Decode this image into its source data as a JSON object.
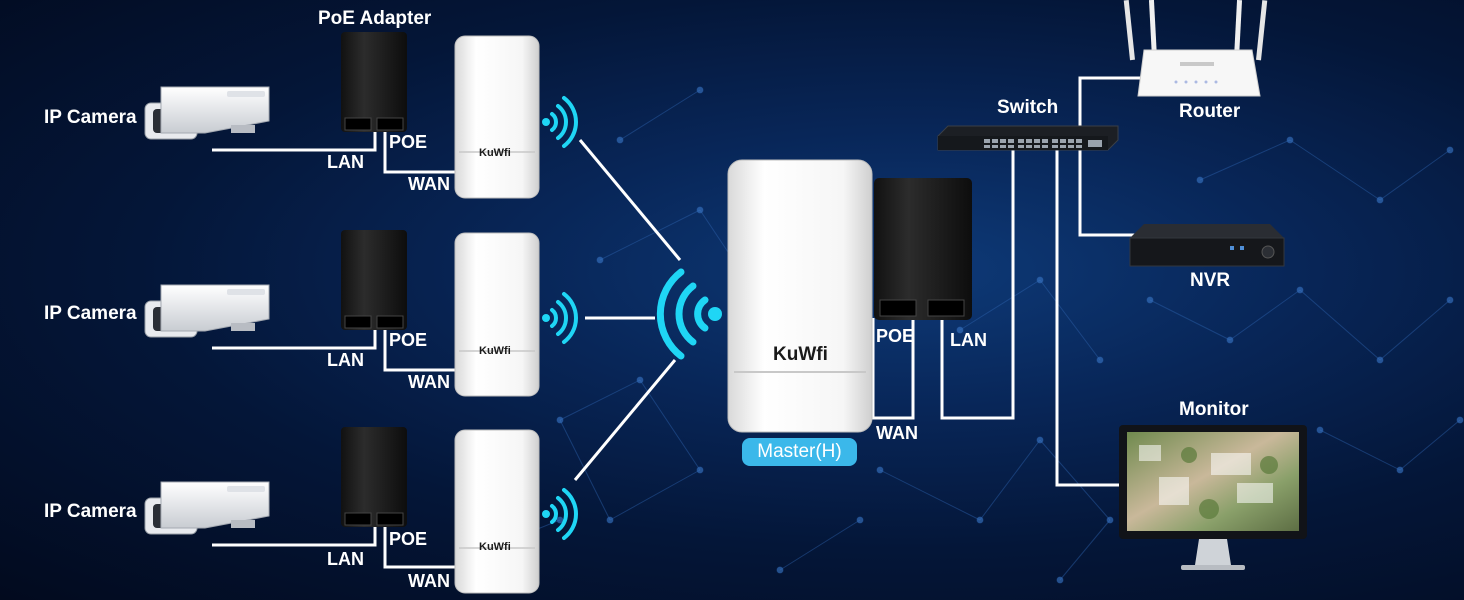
{
  "labels": {
    "poe_adapter": "PoE Adapter",
    "ip_camera": "IP Camera",
    "lan": "LAN",
    "poe": "POE",
    "wan": "WAN",
    "brand": "KuWfi",
    "master": "Master(H)",
    "switch": "Switch",
    "router": "Router",
    "nvr": "NVR",
    "monitor": "Monitor"
  },
  "colors": {
    "wifi_signal": "#1fd6f5",
    "master_badge": "#3bb8ea",
    "background": "#041638",
    "cable": "#ffffff"
  },
  "icons": [
    "ip-camera-icon",
    "poe-adapter-icon",
    "cpe-bridge-icon",
    "wifi-signal-icon",
    "network-switch-icon",
    "router-icon",
    "nvr-icon",
    "monitor-icon"
  ]
}
